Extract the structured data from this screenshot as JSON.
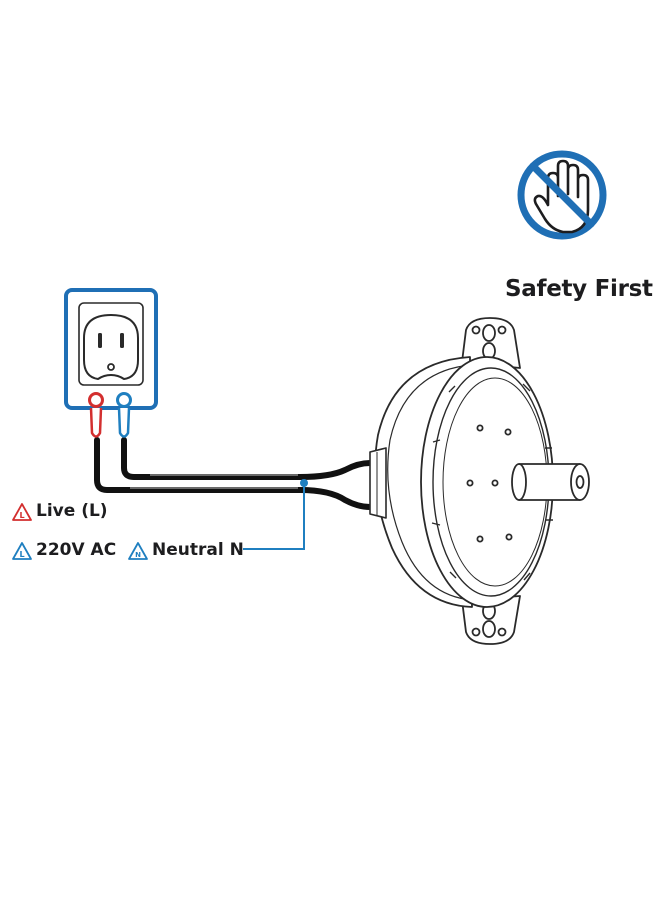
{
  "safety": {
    "label": "Safety First",
    "icon": "no-touch-hand-icon"
  },
  "legend": {
    "live": {
      "label": "Live (L)",
      "glyph": "L",
      "color": "#d32f2f",
      "icon": "warning-triangle-icon"
    },
    "ac": {
      "label": "220V AC",
      "glyph": "L",
      "color": "#1f7fc0",
      "icon": "warning-triangle-icon"
    },
    "neutral": {
      "label": "Neutral N",
      "glyph": "N",
      "color": "#1f7fc0",
      "icon": "warning-triangle-icon"
    }
  },
  "colors": {
    "accent_blue": "#1f6fb5",
    "live_red": "#d32f2f",
    "wire": "#111111",
    "outline": "#2a2a2a"
  },
  "components": {
    "socket_icon": "wall-socket-icon",
    "motor_icon": "synchronous-motor-icon"
  }
}
